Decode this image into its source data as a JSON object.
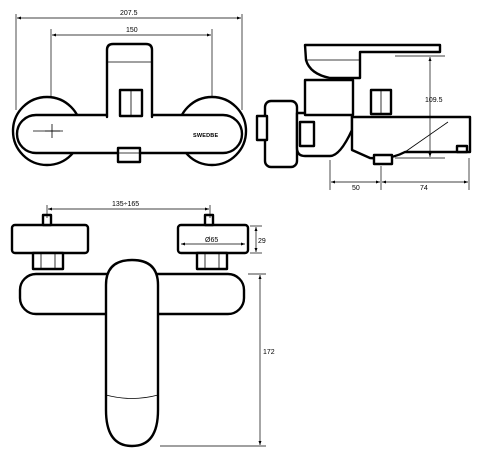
{
  "dimensions": {
    "overall_width": "207.5",
    "inner_width": "150",
    "height_right": "109.5",
    "depth_a": "50",
    "depth_b": "74",
    "centers_range": "135÷165",
    "height_small": "29",
    "diameter": "Ø65",
    "height_total": "172"
  },
  "brand": "SWEDBE"
}
